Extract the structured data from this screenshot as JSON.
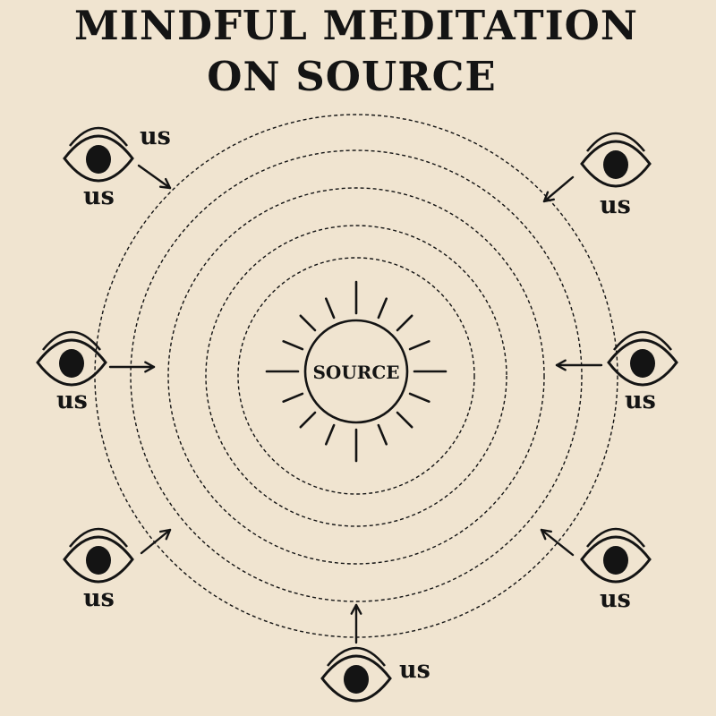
{
  "title": {
    "line1": "MINDFUL MEDITATION",
    "line2": "ON SOURCE"
  },
  "center": {
    "label": "SOURCE"
  },
  "observers": [
    {
      "label_top": "us",
      "label_bottom": "us"
    },
    {
      "label": "us"
    },
    {
      "label": "us"
    },
    {
      "label": "us"
    },
    {
      "label": "us"
    },
    {
      "label": "us"
    },
    {
      "label": "us"
    }
  ],
  "colors": {
    "background": "#f0e4d0",
    "ink": "#141414"
  },
  "icons": {
    "observer": "eye-icon",
    "arrow": "arrow-icon",
    "center": "sun-icon"
  }
}
